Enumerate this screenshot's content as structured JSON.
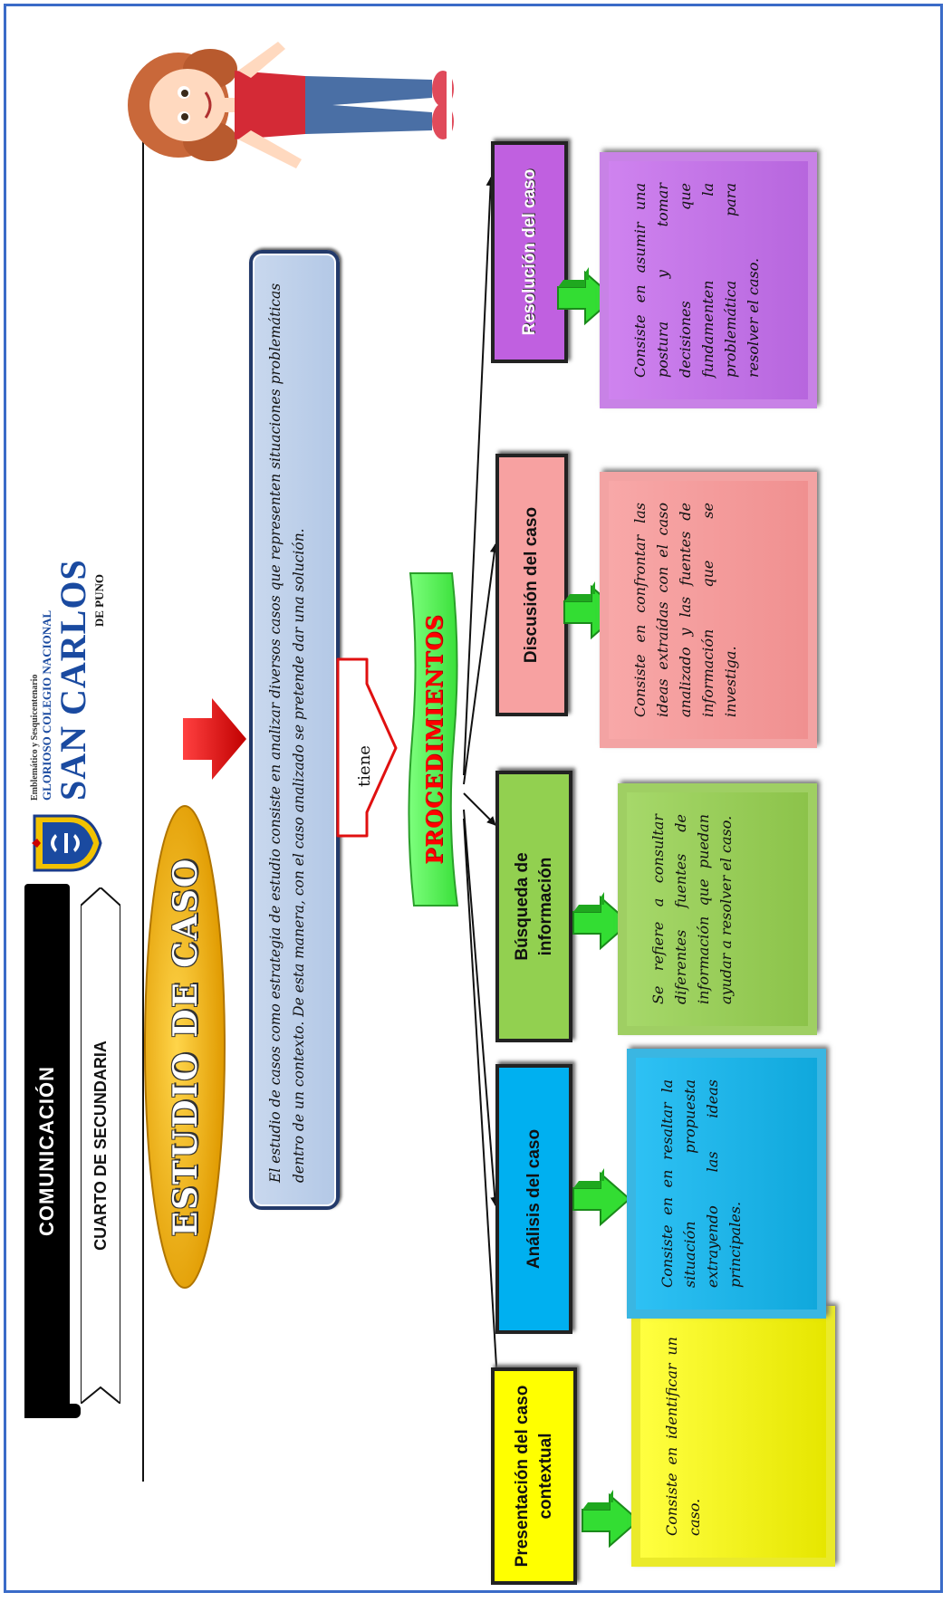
{
  "header": {
    "subject": "COMUNICACIÓN",
    "grade": "CUARTO DE SECUNDARIA"
  },
  "logo": {
    "tagline": "Emblemático y Sesquicentenario",
    "college": "GLORIOSO COLEGIO NACIONAL",
    "name": "SAN CARLOS",
    "city": "DE PUNO"
  },
  "title": "ESTUDIO DE CASO",
  "definition": "El estudio de casos como estrategia de estudio consiste en analizar diversos casos que representen situaciones problemáticas dentro de un contexto. De esta manera, con el caso analizado se pretende dar una solución.",
  "connector_label": "tiene",
  "procedures_label": "PROCEDIMIENTOS",
  "procedures": [
    {
      "title": "Presentación del caso contextual",
      "description": "Consiste en identificar un caso.",
      "color": "#ffff00"
    },
    {
      "title": "Análisis del caso",
      "description": "Consiste en en resaltar la situación propuesta extrayendo las ideas principales.",
      "color": "#00b0f0"
    },
    {
      "title": "Búsqueda de información",
      "description": "Se refiere a consultar diferentes fuentes de información que puedan ayudar a resolver el caso.",
      "color": "#92d050"
    },
    {
      "title": "Discusión del caso",
      "description": "Consiste en confrontar las ideas extraídas con el caso analizado y las fuentes de información que se investiga.",
      "color": "#f7a1a1"
    },
    {
      "title": "Resolución del caso",
      "description": "Consiste en asumir una postura y tomar decisiones que fundamenten la problemática para resolver el caso.",
      "color": "#c060e0"
    }
  ],
  "colors": {
    "frame": "#3a6bc8",
    "title_fill": "#f5b400",
    "definition_fill": "#c9d8ee",
    "procedures_fill": "#66ff66",
    "procedures_text": "#ff0000",
    "green_arrow": "#33cc33"
  }
}
